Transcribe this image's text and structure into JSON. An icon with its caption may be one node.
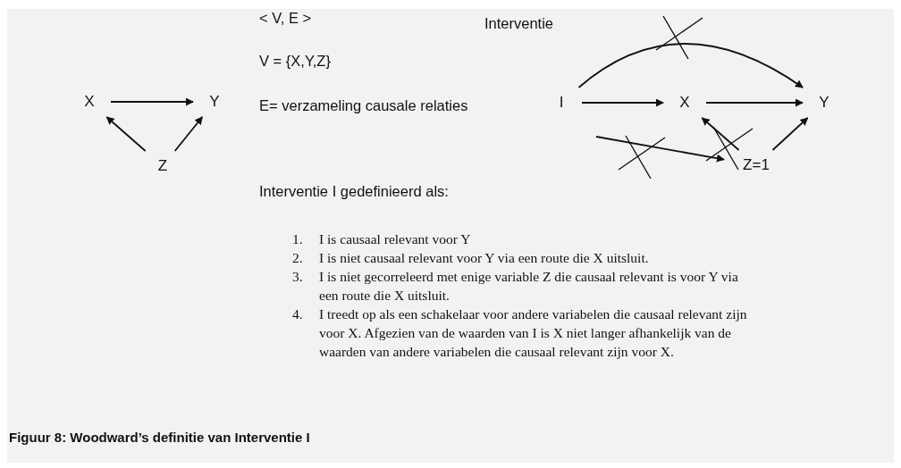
{
  "diagram": {
    "caption": "Figuur 8: Woodward’s definitie van Interventie I",
    "nodes": [
      {
        "text": [
          "X"
        ]
      },
      {
        "text": [
          "Y"
        ]
      },
      {
        "text": [
          "Z"
        ]
      },
      {
        "text": [
          "I"
        ]
      },
      {
        "text": [
          "X"
        ]
      },
      {
        "text": [
          "Y"
        ]
      },
      {
        "text": [
          "Z=1"
        ]
      }
    ],
    "edges": [
      {
        "from": 0,
        "to": 1,
        "arrow": "to"
      },
      {
        "from": 2,
        "to": 0,
        "arrow": "to"
      },
      {
        "from": 2,
        "to": 1,
        "arrow": "to"
      },
      {
        "from": 3,
        "to": 4,
        "arrow": "to"
      },
      {
        "from": 4,
        "to": 5,
        "arrow": "to"
      },
      {
        "from": 3,
        "to": 5,
        "arrow": "to"
      },
      {
        "from": null,
        "to": 6,
        "arrow": "to"
      },
      {
        "from": 6,
        "to": 4,
        "arrow": "to"
      },
      {
        "from": 6,
        "to": 5,
        "arrow": "to"
      }
    ],
    "labels": [
      "< V, E >",
      "Interventie",
      "V = {X,Y,Z}",
      "E= verzameling causale relaties",
      "Interventie I gedefinieerd als:",
      "1.",
      "I is causaal relevant voor Y",
      "2.",
      "I is niet causaal relevant voor Y via een route die X uitsluit.",
      "3.",
      "I is niet gecorreleerd met enige variable Z die causaal relevant is voor Y via een route die X uitsluit.",
      "4.",
      "I treedt op als een schakelaar voor andere variabelen die causaal relevant zijn voor X. Afgezien van de waarden van I is X niet langer afhankelijk van de waarden van andere variabelen die causaal relevant zijn voor X."
    ]
  }
}
